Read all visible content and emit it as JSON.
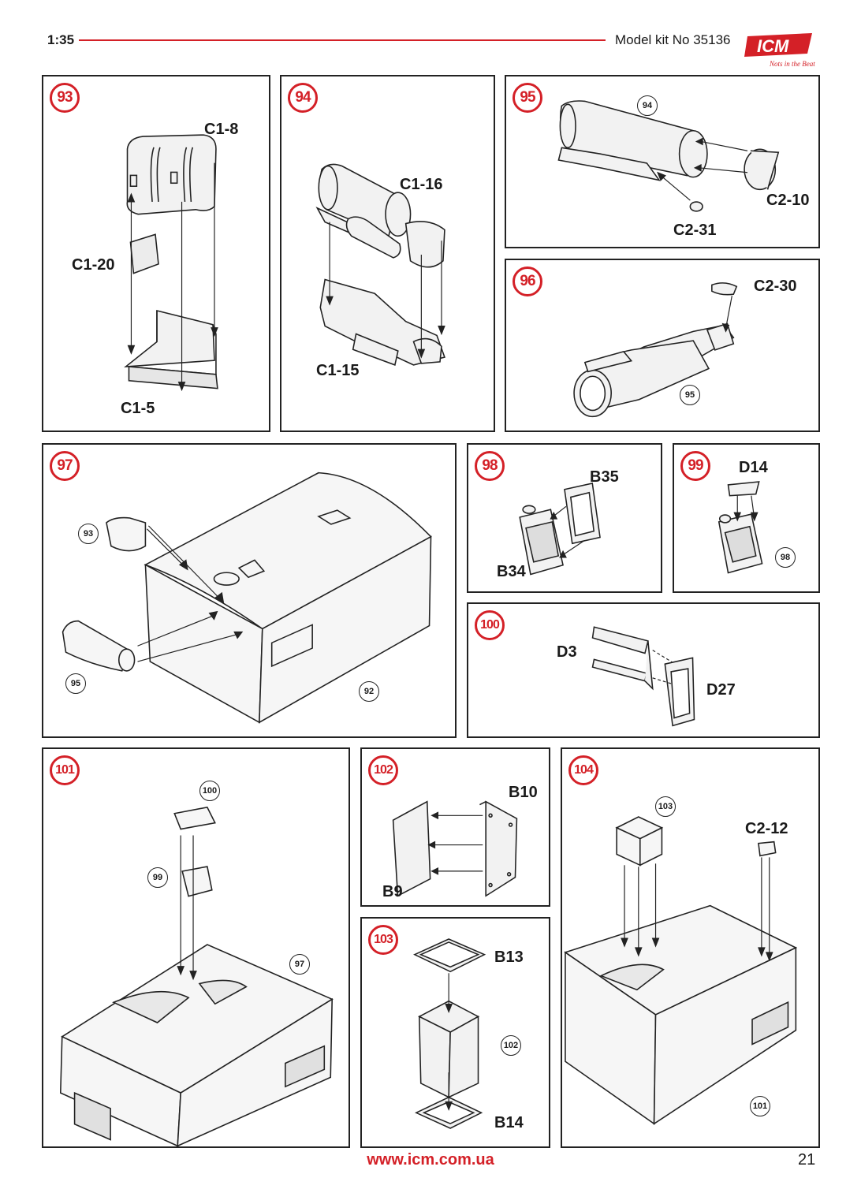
{
  "header": {
    "scale": "1:35",
    "kit_label": "Model kit No 35136",
    "logo_text": "ICM",
    "logo_tagline": "Nots in the Beat",
    "accent_color": "#d42027"
  },
  "steps": [
    {
      "number": "93",
      "labels": [
        "C1-8",
        "C1-20",
        "C1-5"
      ],
      "refs": []
    },
    {
      "number": "94",
      "labels": [
        "C1-16",
        "C1-15"
      ],
      "refs": []
    },
    {
      "number": "95",
      "labels": [
        "C2-10",
        "C2-31"
      ],
      "refs": [
        "94"
      ]
    },
    {
      "number": "96",
      "labels": [
        "C2-30"
      ],
      "refs": [
        "95"
      ]
    },
    {
      "number": "97",
      "labels": [],
      "refs": [
        "93",
        "95",
        "92"
      ]
    },
    {
      "number": "98",
      "labels": [
        "B35",
        "B34"
      ],
      "refs": []
    },
    {
      "number": "99",
      "labels": [
        "D14"
      ],
      "refs": [
        "98"
      ]
    },
    {
      "number": "100",
      "labels": [
        "D3",
        "D27"
      ],
      "refs": []
    },
    {
      "number": "101",
      "labels": [],
      "refs": [
        "100",
        "99",
        "97"
      ]
    },
    {
      "number": "102",
      "labels": [
        "B10",
        "B9"
      ],
      "refs": []
    },
    {
      "number": "103",
      "labels": [
        "B13",
        "B14"
      ],
      "refs": [
        "102"
      ]
    },
    {
      "number": "104",
      "labels": [
        "C2-12"
      ],
      "refs": [
        "103",
        "101"
      ]
    }
  ],
  "footer": {
    "url": "www.icm.com.ua",
    "page_number": "21"
  }
}
